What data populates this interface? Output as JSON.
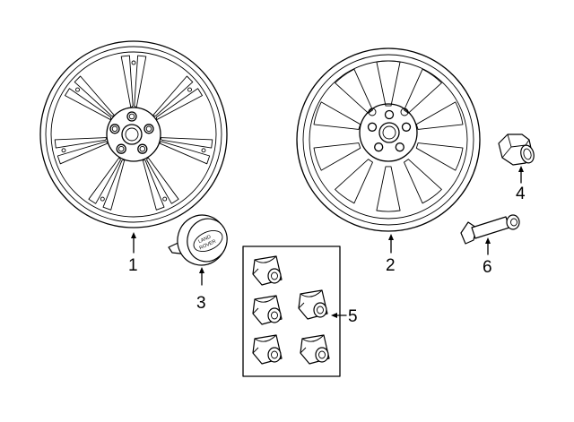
{
  "callouts": {
    "alloy_wheel_seven_spoke": "1",
    "alloy_wheel_ten_spoke": "2",
    "center_cap": "3",
    "lug_nut": "4",
    "locking_lug_nut_kit": "5",
    "valve_stem": "6"
  },
  "center_cap_emblem": {
    "line1": "LAND",
    "line2": "ROVER"
  }
}
